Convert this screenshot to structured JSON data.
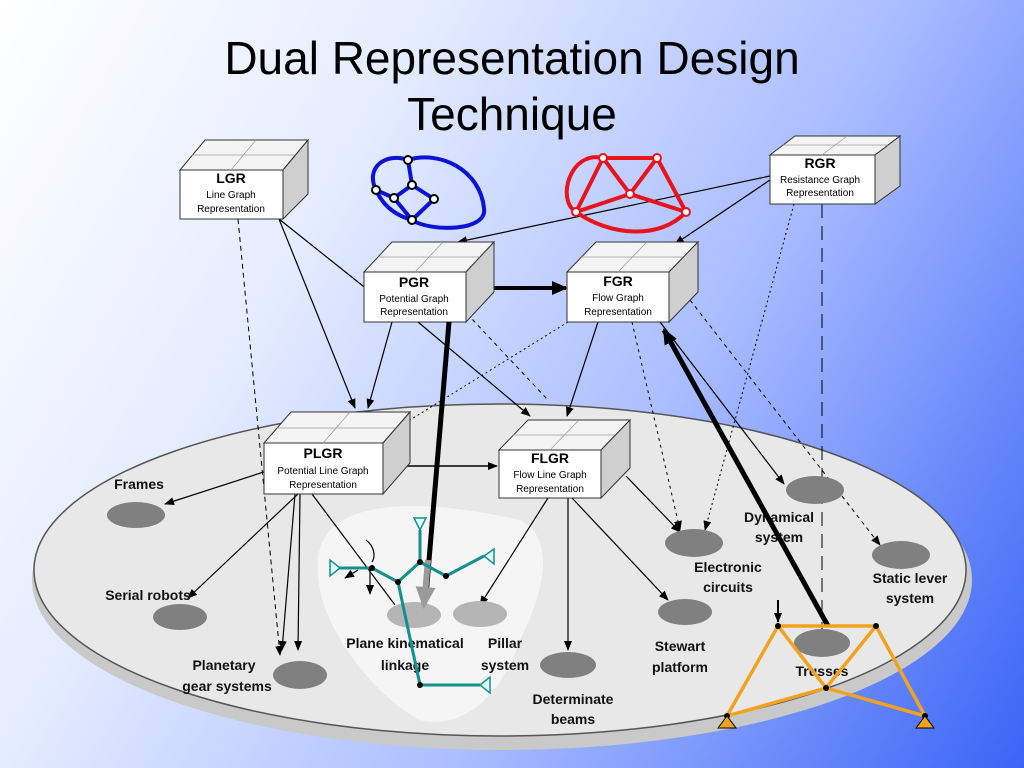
{
  "title": {
    "line1": "Dual Representation Design",
    "line2": "Technique"
  },
  "boxes": {
    "lgr": {
      "abbr": "LGR",
      "line1": "Line Graph",
      "line2": "Representation"
    },
    "rgr": {
      "abbr": "RGR",
      "line1": "Resistance Graph",
      "line2": "Representation"
    },
    "pgr": {
      "abbr": "PGR",
      "line1": "Potential Graph",
      "line2": "Representation"
    },
    "fgr": {
      "abbr": "FGR",
      "line1": "Flow Graph",
      "line2": "Representation"
    },
    "plgr": {
      "abbr": "PLGR",
      "line1": "Potential Line Graph",
      "line2": "Representation"
    },
    "flgr": {
      "abbr": "FLGR",
      "line1": "Flow Line Graph",
      "line2": "Representation"
    }
  },
  "nodes": {
    "frames": {
      "line1": "Frames"
    },
    "serial_robots": {
      "line1": "Serial robots"
    },
    "planetary_gear": {
      "line1": "Planetary",
      "line2": "gear systems"
    },
    "plane_kinematical": {
      "line1": "Plane kinematical",
      "line2": "linkage"
    },
    "pillar": {
      "line1": "Pillar",
      "line2": "system"
    },
    "determinate_beams": {
      "line1": "Determinate",
      "line2": "beams"
    },
    "stewart": {
      "line1": "Stewart",
      "line2": "platform"
    },
    "electronic": {
      "line1": "Electronic",
      "line2": "circuits"
    },
    "dynamical": {
      "line1": "Dynamical",
      "line2": "system"
    },
    "static_lever": {
      "line1": "Static lever",
      "line2": "system"
    },
    "trusses": {
      "line1": "Trusses"
    }
  },
  "colors": {
    "graph_blue": "#0a12d8",
    "graph_red": "#e8141c",
    "linkage_teal": "#138f8f",
    "truss_orange": "#f3a21f",
    "node_gray": "#808080",
    "ellipse_fill": "#e6e6e6"
  }
}
